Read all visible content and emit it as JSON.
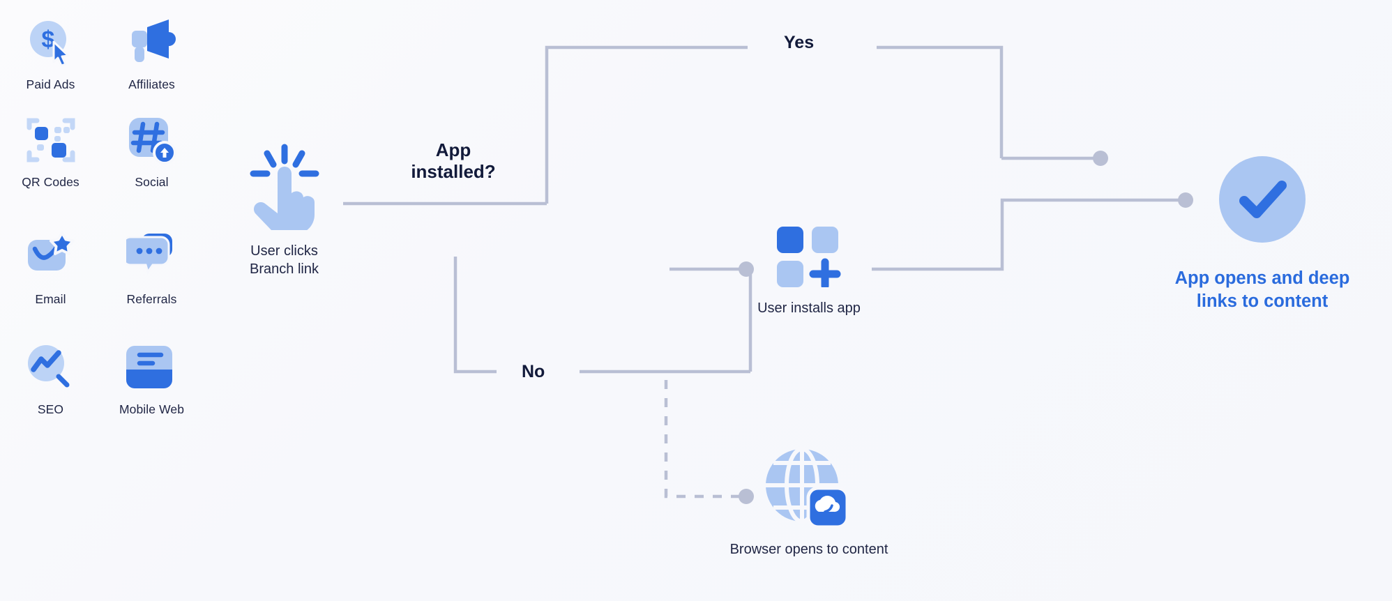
{
  "palette": {
    "bg": "#f7f8fc",
    "brand_blue": "#2f6fe0",
    "light_blue": "#aac6f2",
    "pale_blue": "#c3d7f7",
    "wire_gray": "#b9bfd4",
    "ink": "#1f2544",
    "ink_bold": "#121a3a"
  },
  "channels": [
    {
      "id": "paid-ads",
      "label": "Paid Ads",
      "icon": "dollar-cursor-icon"
    },
    {
      "id": "affiliates",
      "label": "Affiliates",
      "icon": "megaphone-icon"
    },
    {
      "id": "qr-codes",
      "label": "QR Codes",
      "icon": "qr-code-icon"
    },
    {
      "id": "social",
      "label": "Social",
      "icon": "hashtag-share-icon"
    },
    {
      "id": "email",
      "label": "Email",
      "icon": "email-star-icon"
    },
    {
      "id": "referrals",
      "label": "Referrals",
      "icon": "chat-bubbles-icon"
    },
    {
      "id": "seo",
      "label": "SEO",
      "icon": "search-trend-icon"
    },
    {
      "id": "mobile-web",
      "label": "Mobile Web",
      "icon": "mobile-web-icon"
    }
  ],
  "flow": {
    "start": {
      "label": "User clicks\nBranch link",
      "icon": "click-hand-icon"
    },
    "decision": {
      "label": "App\ninstalled?"
    },
    "branches": {
      "yes": "Yes",
      "no": "No"
    },
    "install_node": {
      "label": "User installs app",
      "icon": "app-grid-plus-icon"
    },
    "browser_node": {
      "label": "Browser opens to content",
      "icon": "globe-browser-icon"
    },
    "result": {
      "label": "App opens and deep\nlinks to content",
      "icon": "check-circle-icon"
    }
  }
}
